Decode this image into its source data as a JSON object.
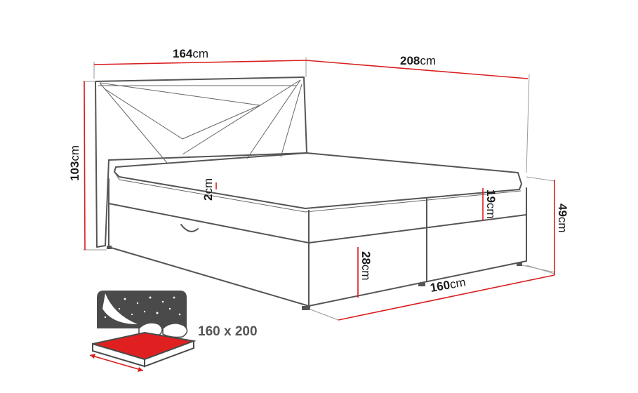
{
  "diagram": {
    "unit": "cm",
    "dimensions": {
      "headboard_width": "164",
      "total_length": "208",
      "headboard_height": "103",
      "total_height": "49",
      "topper_thickness": "2",
      "mattress_height": "19",
      "base_height": "28",
      "bed_width": "160"
    },
    "sleeping_area_label": "160 x 200",
    "colors": {
      "dimension_line": "#d81e1e",
      "outline": "#555555",
      "icon_dark": "#4a4a4a",
      "icon_mattress": "#e02020"
    },
    "icon": "mattress-size-icon"
  }
}
